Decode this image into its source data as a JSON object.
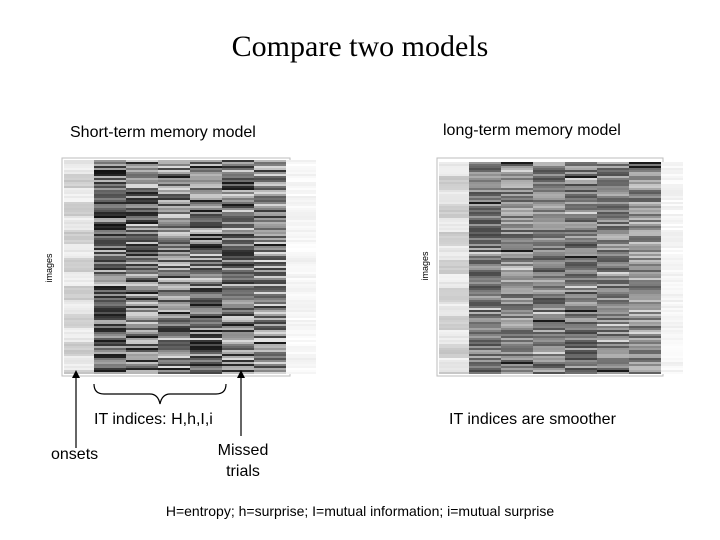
{
  "slide": {
    "title": "Compare two models",
    "left_panel": {
      "title": "Short-term memory model",
      "ylabel": "images",
      "column_shades": [
        0.92,
        0.42,
        0.48,
        0.52,
        0.44,
        0.5,
        0.55,
        0.97
      ]
    },
    "right_panel": {
      "title": "long-term memory model",
      "ylabel": "images",
      "column_shades": [
        0.92,
        0.5,
        0.53,
        0.5,
        0.48,
        0.52,
        0.58,
        1.0
      ]
    },
    "annotations": {
      "it_indices": "IT indices: H,h,I,i",
      "onsets": "onsets",
      "missed_trials": "Missed\ntrials",
      "smoother": "IT indices are smoother"
    },
    "footnote": "H=entropy; h=surprise; I=mutual information; i=mutual surprise"
  }
}
